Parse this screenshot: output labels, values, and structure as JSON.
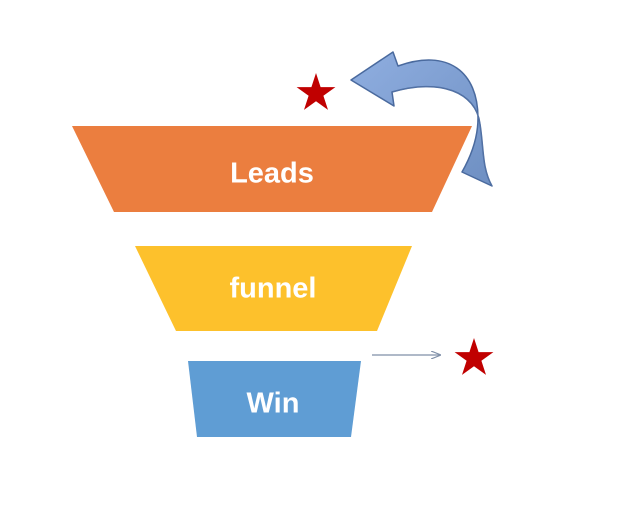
{
  "funnel": {
    "stages": [
      {
        "label": "Leads",
        "color": "#EB7E3F"
      },
      {
        "label": "funnel",
        "color": "#FDC12C"
      },
      {
        "label": "Win",
        "color": "#5F9DD4"
      }
    ]
  },
  "markers": {
    "star_color": "#C00000",
    "stars": [
      {
        "icon": "star-icon",
        "position_word": "above-top-stage"
      },
      {
        "icon": "star-icon",
        "position_word": "right-of-bottom-stage"
      }
    ]
  },
  "arrows": {
    "curved_return_arrow": {
      "icon": "curved-arrow-icon",
      "fill": "#7F9FD2",
      "stroke": "#4A6A9E"
    },
    "exit_arrow": {
      "icon": "right-arrow-icon",
      "stroke": "#7F8FA8"
    }
  }
}
